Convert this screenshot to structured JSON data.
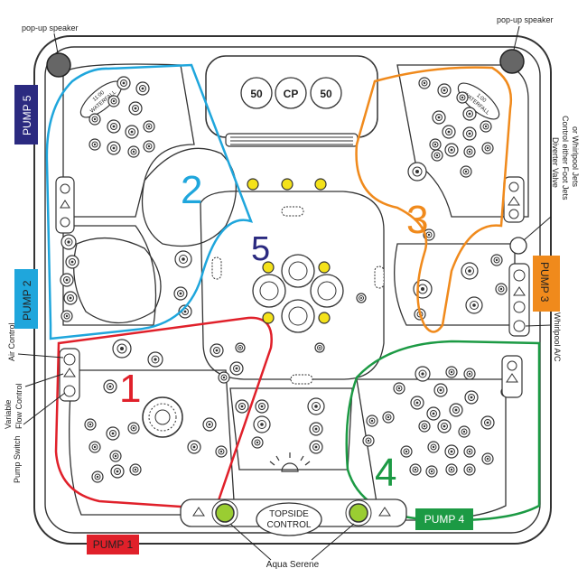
{
  "labels": {
    "popup_speaker_left": "pop-up speaker",
    "popup_speaker_right": "pop-up speaker",
    "air_control": "Air Control",
    "variable_flow_line1": "Variable",
    "variable_flow_line2": "Flow Control",
    "pump_switch": "Pump Switch",
    "diverter_line1": "Diverter Valve",
    "diverter_line2": "Control either Foot Jets",
    "diverter_line3": "or Whirlpool Jets",
    "whirlpool_ac": "Whirlpool A/C",
    "aqua_serene": "Aqua Serene",
    "topside_line1": "TOPSIDE",
    "topside_line2": "CONTROL",
    "waterfall_left_time": "11:00",
    "waterfall_left": "WATERFALL",
    "waterfall_right_time": "1:00",
    "waterfall_right": "WATERFALL"
  },
  "filters": {
    "left": "50",
    "center": "CP",
    "right": "50"
  },
  "pumps": {
    "p1": "PUMP 1",
    "p2": "PUMP 2",
    "p3": "PUMP 3",
    "p4": "PUMP 4",
    "p5": "PUMP 5"
  },
  "zones": {
    "z1": "1",
    "z2": "2",
    "z3": "3",
    "z4": "4",
    "z5": "5"
  },
  "colors": {
    "zone1": "#e0202a",
    "zone2": "#1fa6dc",
    "zone3": "#f08a1c",
    "zone4": "#1c9a44",
    "zone5": "#2b2a80",
    "pump1": "#e0202a",
    "pump2": "#1fa6dc",
    "pump3": "#f08a1c",
    "pump4": "#1c9a44",
    "pump5": "#2b2a80",
    "yellow_light": "#f4e21a",
    "aqua_serene": "#9acd32"
  }
}
